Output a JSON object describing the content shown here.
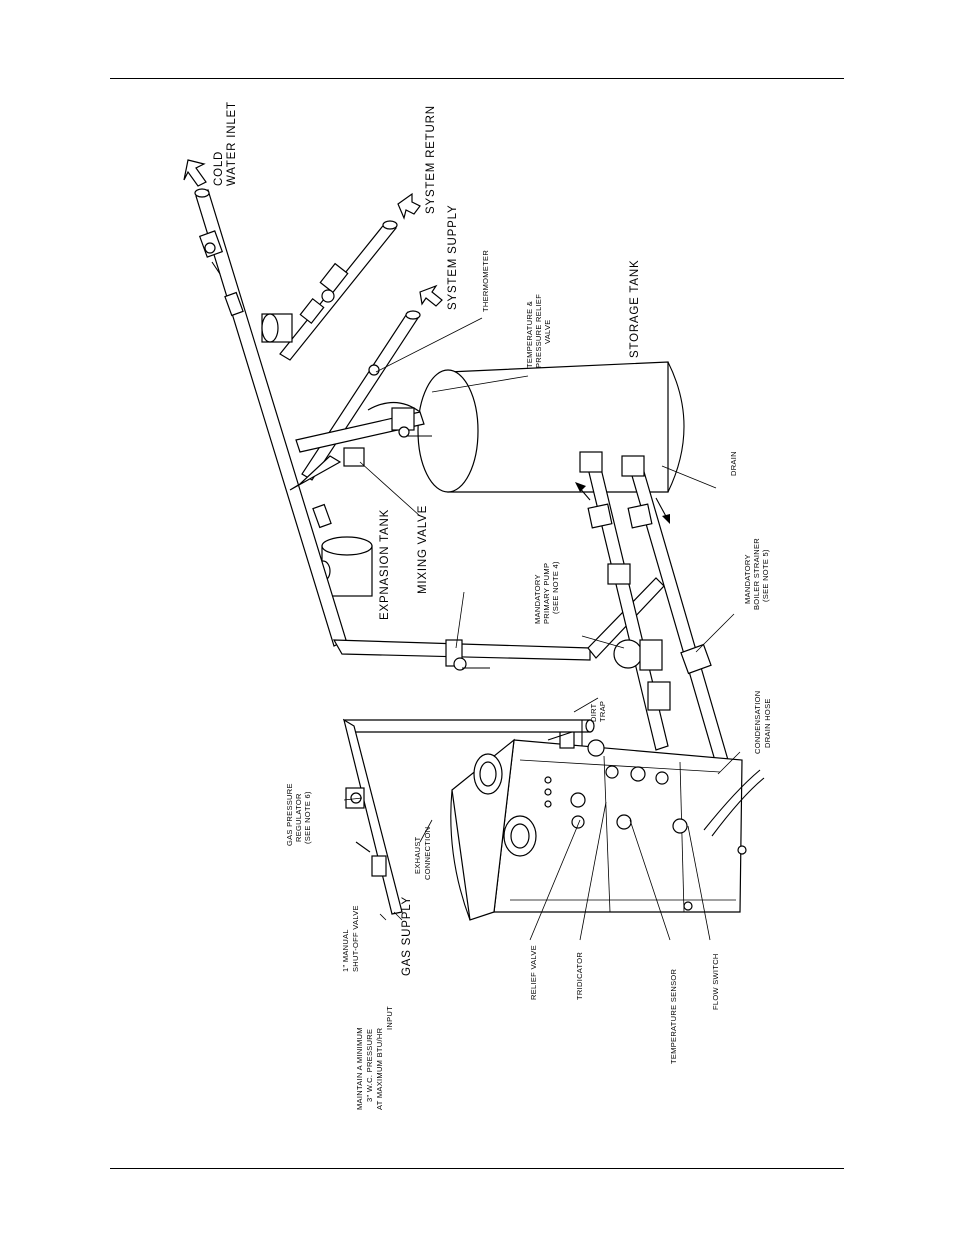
{
  "labels": {
    "cold_water_inlet": [
      "COLD",
      "WATER INLET"
    ],
    "system_return": "SYSTEM RETURN",
    "system_supply": "SYSTEM SUPPLY",
    "thermometer": "THERMOMETER",
    "tp_relief_valve": [
      "TEMPERATURE &",
      "PRESSURE RELIEF",
      "VALVE"
    ],
    "storage_tank": "STORAGE TANK",
    "drain": "DRAIN",
    "mixing_valve": "MIXING VALVE",
    "expansion_tank": "EXPNASION TANK",
    "primary_pump": [
      "MANDATORY",
      "PRIMARY PUMP",
      "(SEE NOTE 4)"
    ],
    "boiler_strainer": [
      "MANDATORY",
      "BOILER STRAINER",
      "(SEE NOTE 5)"
    ],
    "dirt_trap": [
      "DIRT",
      "TRAP"
    ],
    "condensation_drain": [
      "CONDENSATION",
      "DRAIN HOSE"
    ],
    "gas_pressure_regulator": [
      "GAS PRESSURE",
      "REGULATOR",
      "(SEE NOTE 6)"
    ],
    "exhaust_connection": [
      "EXHAUST",
      "CONNECTION"
    ],
    "manual_shutoff": [
      "1\" MANUAL",
      "SHUT-OFF VALVE"
    ],
    "gas_supply": "GAS SUPPLY",
    "maintain_pressure": [
      "MAINTAIN A MINIMUM",
      "3\" W.C. PRESSURE",
      "AT MAXIMUM BTU/HR",
      "INPUT"
    ],
    "relief_valve": "RELIEF VALVE",
    "tridicator": "TRIDICATOR",
    "temperature_sensor": "TEMPERATURE SENSOR",
    "flow_switch": "FLOW SWITCH"
  }
}
